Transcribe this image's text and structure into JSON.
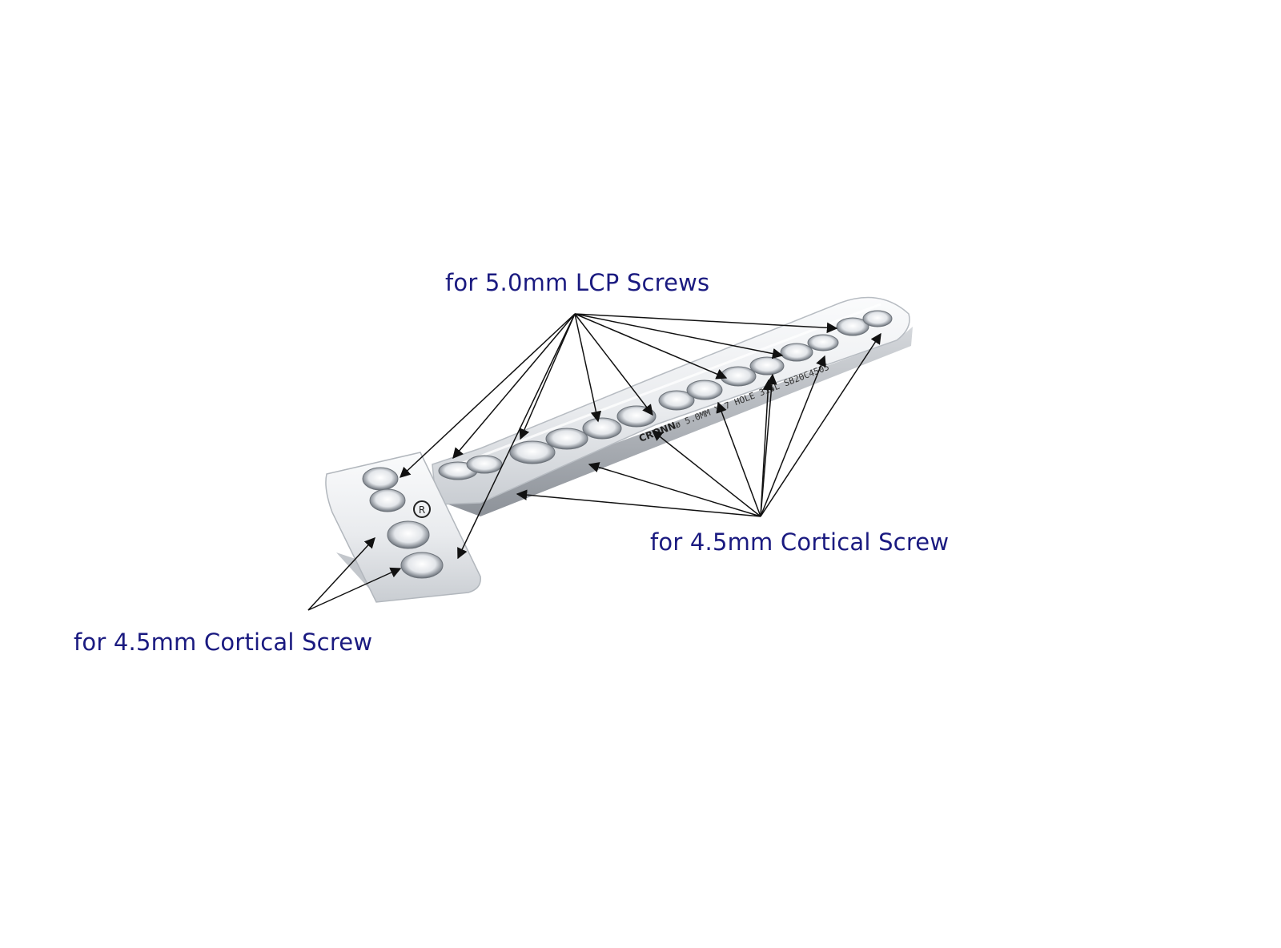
{
  "labels": {
    "lcp": "for 5.0mm LCP Screws",
    "cortical_right": "for 4.5mm Cortical Screw",
    "cortical_left": "for 4.5mm Cortical Screw"
  },
  "engraving": {
    "brand": "CRONN",
    "spec": "ø 5.0MM X 7 HOLE 316L SB20C4505"
  },
  "colors": {
    "label": "#1a1a80",
    "arrow": "#111111",
    "plate_light": "#f4f5f7",
    "plate_dark": "#9ea3aa"
  }
}
